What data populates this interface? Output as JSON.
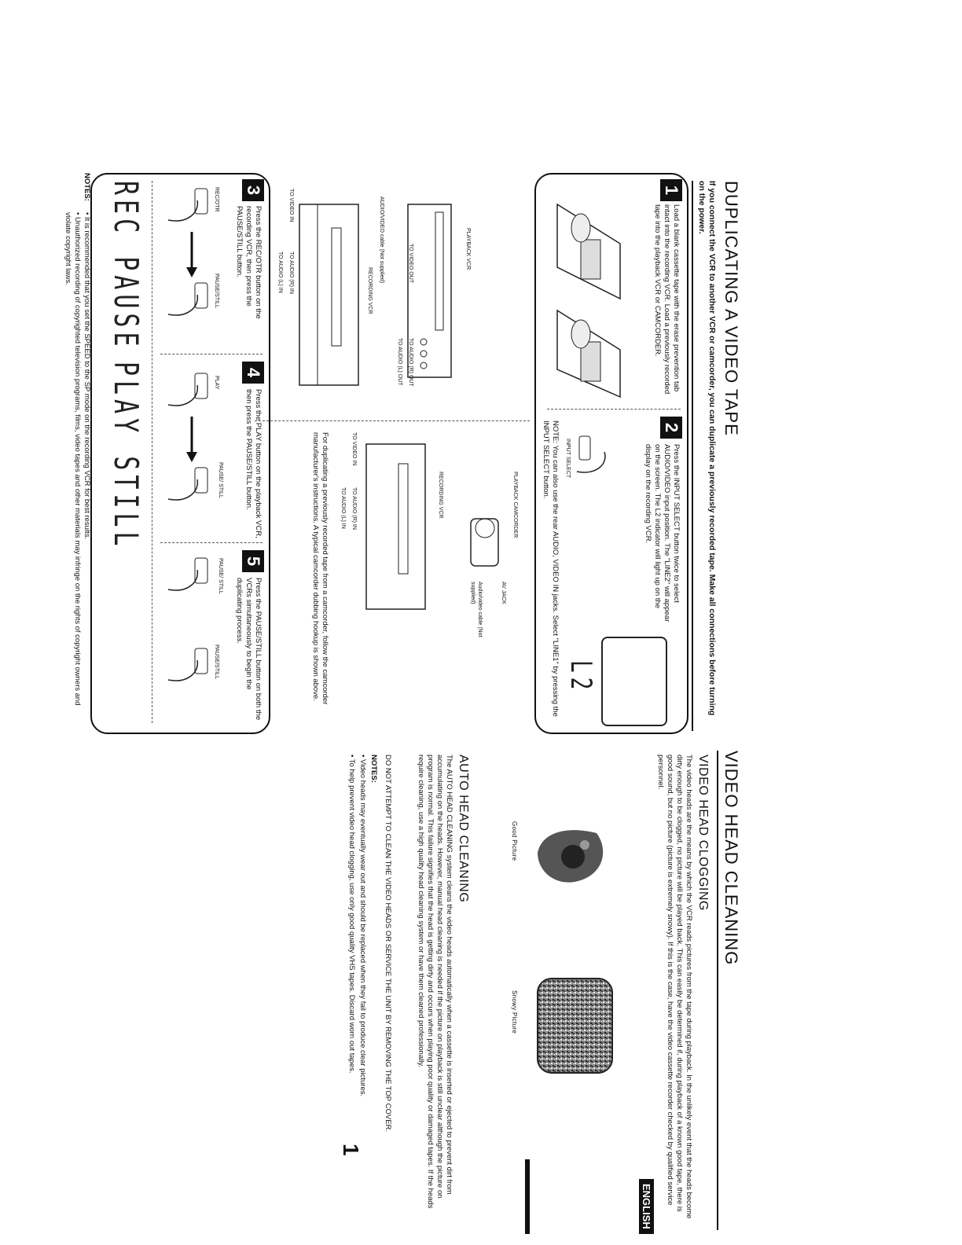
{
  "duplicating": {
    "title": "DUPLICATING A VIDEO TAPE",
    "intro": "If you connect the VCR to another VCR or camcorder, you can duplicate a previously recorded tape. Make all connections before turning on the power.",
    "step1": {
      "num": "1",
      "text": "Load a blank cassette tape with the erase prevention tab intact into the recording VCR. Load a previously recorded tape into the playback VCR or CAMCORDER."
    },
    "step2": {
      "num": "2",
      "text": "Press the INPUT SELECT button twice to select AUDIO/VIDEO input position. The \"LINE2\" will appear on the screen. The L2 indicator will light up on the display on the recording VCR.",
      "button_label": "INPUT SELECT",
      "display": "L2",
      "note": "NOTE: You can also use the rear AUDIO, VIDEO IN jacks. Select \"LINE1\" by pressing the INPUT SELECT button."
    },
    "diagram_vcr": {
      "playback_label": "PLAYBACK VCR",
      "recording_label": "RECORDING VCR",
      "to_video_out": "TO VIDEO OUT",
      "to_audio_r_out": "TO AUDIO (R) OUT",
      "to_audio_l_out": "TO AUDIO (L) OUT",
      "cable_label": "AUDIO/VIDEO cable (Not supplied)",
      "to_video_in": "TO VIDEO IN",
      "to_audio_r_in": "TO AUDIO (R) IN",
      "to_audio_l_in": "TO AUDIO (L) IN"
    },
    "diagram_cam": {
      "playback_label": "PLAYBACK CAMCORDER",
      "recording_label": "RECORDING VCR",
      "av_jack": "AV JACK",
      "cable_label": "Audio/video cable (Not supplied)",
      "to_video_in": "TO VIDEO IN",
      "to_audio_r_in": "TO AUDIO (R) IN",
      "to_audio_l_in": "TO AUDIO (L) IN",
      "caption": "For duplicating a previously recorded tape from a camcorder, follow the camcorder manufacturer's instructions. A typical camcorder dubbing hookup is shown above."
    },
    "step3": {
      "num": "3",
      "text": "Press the REC/OTR button on the recording VCR, then press the PAUSE/STILL button.",
      "btn1": "REC/OTR",
      "btn2": "PAUSE/STILL"
    },
    "step4": {
      "num": "4",
      "text": "Press the PLAY button on the playback VCR, then press the PAUSE/STILL button.",
      "btn1": "PLAY",
      "btn2": "PAUSE/ STILL"
    },
    "step5": {
      "num": "5",
      "text": "Press the PAUSE/STILL button on both the VCRs simultaneously to begin the duplicating process.",
      "btn1": "PAUSE/ STILL",
      "btn2": "PAUSE/STILL"
    },
    "lcd1": "REC PAUSE",
    "lcd2": "PLAY STILL",
    "notes_label": "NOTES:",
    "note1": "It is recommended that you set the SPEED to the SP mode on the recording VCR for best results.",
    "note2": "Unauthorized recording of copyrighted television programs, films, video tapes and other materials may infringe on the rights of copyright owners and violate copyright laws."
  },
  "cleaning": {
    "title": "VIDEO HEAD CLEANING",
    "clogging_heading": "VIDEO HEAD CLOGGING",
    "clogging_text": "The video heads are the means by which the VCR reads pictures from the tape during playback. In the unlikely event that the heads become dirty enough to be clogged, no picture will be played back. This can easily be determined if, during playback of a known good tape, there is good sound, but no picture (picture is extremely snowy). If this is the case, have the video cassette recorder checked by qualified service personnel.",
    "good_label": "Good Picture",
    "snowy_label": "Snowy Picture",
    "auto_heading": "AUTO HEAD CLEANING",
    "auto_text": "The AUTO HEAD CLEANING system cleans the video heads automatically when a cassette is inserted or ejected to prevent dirt from accumulating on the heads. However, manual head cleaning is needed if the picture on playback is still unclear although the picture on program is normal. This failure signifies that the head is getting dirty and occurs when playing poor quality or damaged tapes. If the heads require cleaning, use a high quality head cleaning system or have them cleaned professionally.",
    "warning": "DO NOT ATTEMPT TO CLEAN THE VIDEO HEADS OR SERVICE THE UNIT BY REMOVING THE TOP COVER.",
    "notes_label": "NOTES:",
    "note1": "Video heads may eventually wear out and should be replaced when they fail to produce clear pictures.",
    "note2": "To help prevent video head clogging, use only good quality VHS tapes. Discard worn out tapes.",
    "page_number": "1",
    "language_tab": "ENGLISH"
  }
}
